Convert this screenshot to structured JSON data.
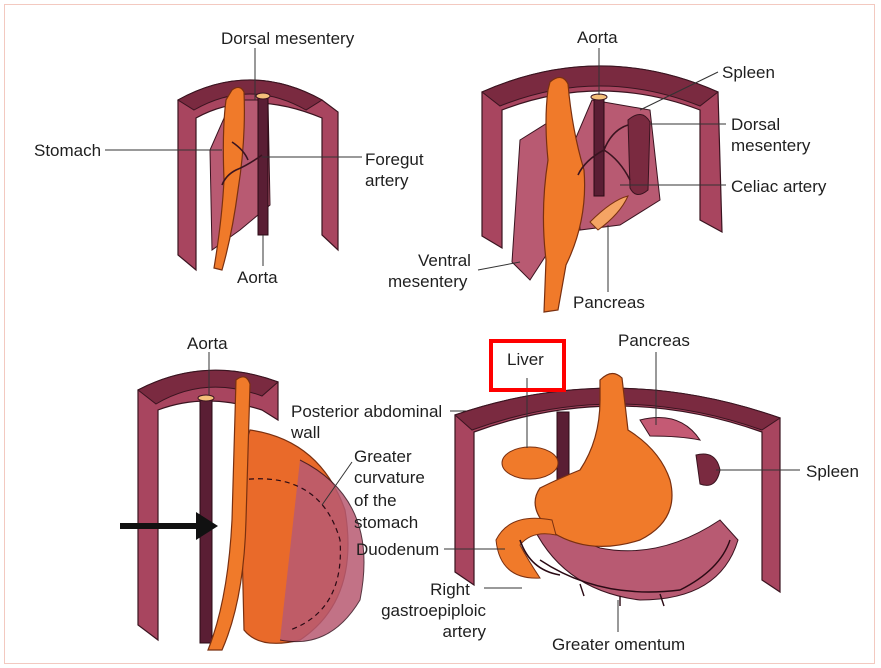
{
  "highlight_color": "#ff0000",
  "colors": {
    "wall": "#a8455f",
    "wall_dark": "#7a2a40",
    "organ": "#f07a2a",
    "vessel": "#5a1e34"
  },
  "panel1": {
    "dorsal_mesentery": "Dorsal mesentery",
    "stomach": "Stomach",
    "foregut_artery_1": "Foregut",
    "foregut_artery_2": "artery",
    "aorta": "Aorta"
  },
  "panel2": {
    "aorta": "Aorta",
    "spleen": "Spleen",
    "dorsal_mesentery_1": "Dorsal",
    "dorsal_mesentery_2": "mesentery",
    "celiac_artery": "Celiac artery",
    "ventral_mesentery_1": "Ventral",
    "ventral_mesentery_2": "mesentery",
    "pancreas": "Pancreas"
  },
  "panel3": {
    "aorta": "Aorta",
    "posterior_wall_1": "Posterior abdominal",
    "posterior_wall_2": "wall",
    "greater_curvature_1": "Greater",
    "greater_curvature_2": "curvature",
    "greater_curvature_3": "of the",
    "greater_curvature_4": "stomach"
  },
  "panel4": {
    "liver": "Liver",
    "pancreas": "Pancreas",
    "spleen": "Spleen",
    "duodenum": "Duodenum",
    "right_gastroepiploic_1": "Right",
    "right_gastroepiploic_2": "gastroepiploic",
    "right_gastroepiploic_3": "artery",
    "greater_omentum": "Greater omentum"
  }
}
